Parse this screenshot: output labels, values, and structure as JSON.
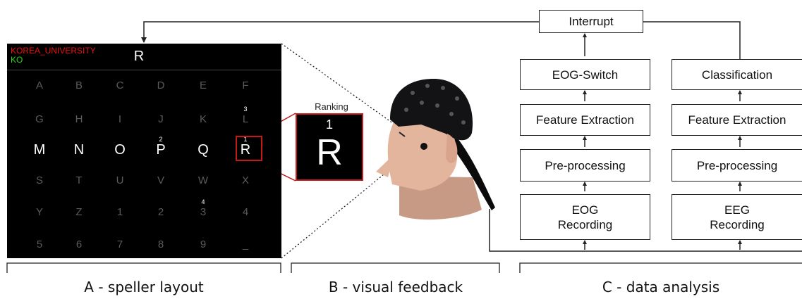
{
  "speller": {
    "header_institution": "KOREA_UNIVERSITY",
    "header_user": "KO",
    "typed_char": "R",
    "grid": [
      [
        "A",
        "B",
        "C",
        "D",
        "E",
        "F"
      ],
      [
        "G",
        "H",
        "I",
        "J",
        "K",
        "L"
      ],
      [
        "M",
        "N",
        "O",
        "P",
        "Q",
        "R"
      ],
      [
        "S",
        "T",
        "U",
        "V",
        "W",
        "X"
      ],
      [
        "Y",
        "Z",
        "1",
        "2",
        "3",
        "4"
      ],
      [
        "5",
        "6",
        "7",
        "8",
        "9",
        "_"
      ]
    ],
    "active_row": 2,
    "rank_marks": [
      {
        "row": 1,
        "col": 5,
        "rank": "3"
      },
      {
        "row": 2,
        "col": 3,
        "rank": "2"
      },
      {
        "row": 2,
        "col": 5,
        "rank": "1"
      },
      {
        "row": 4,
        "col": 4,
        "rank": "4"
      }
    ],
    "colors": {
      "background": "#000000",
      "institution": "#e8110f",
      "user": "#2fd11d",
      "inactive": "#5b5b5b",
      "highlight": "#c41a1a"
    }
  },
  "feedback": {
    "ranking_label": "Ranking",
    "rank_number": "1",
    "rank_letter": "R"
  },
  "analysis": {
    "interrupt": "Interrupt",
    "eog_switch": "EOG-Switch",
    "classification": "Classification",
    "feature_extraction": "Feature Extraction",
    "preprocessing": "Pre-processing",
    "eog_recording": "EOG\nRecording",
    "eeg_recording": "EEG\nRecording"
  },
  "captions": {
    "a": "A - speller layout",
    "b": "B - visual feedback",
    "c": "C - data analysis"
  }
}
